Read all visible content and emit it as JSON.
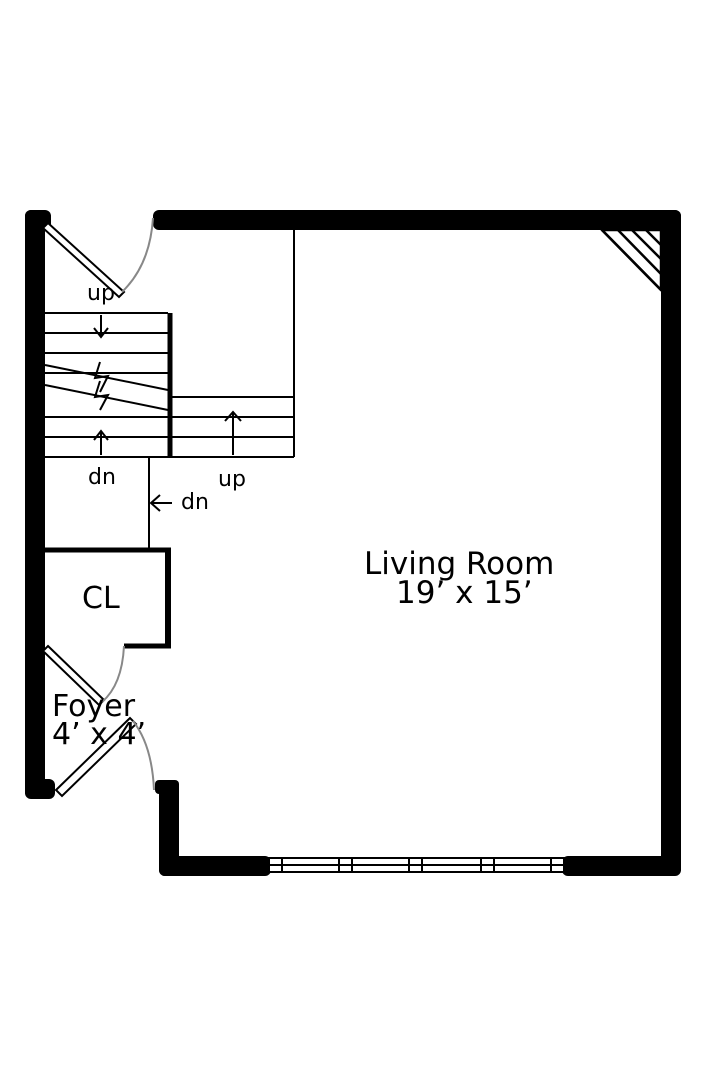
{
  "plan": {
    "rooms": {
      "living_room": {
        "name": "Living Room",
        "dimensions": "19’ x 15’"
      },
      "closet": {
        "name": "CL"
      },
      "foyer": {
        "name": "Foyer",
        "dimensions": "4’ x 4’"
      }
    },
    "stair_labels": {
      "top_up": "up",
      "left_dn": "dn",
      "right_up": "up",
      "landing_dn": "dn"
    },
    "colors": {
      "wall": "#000000",
      "door_arc": "#888888",
      "background": "#ffffff"
    }
  }
}
